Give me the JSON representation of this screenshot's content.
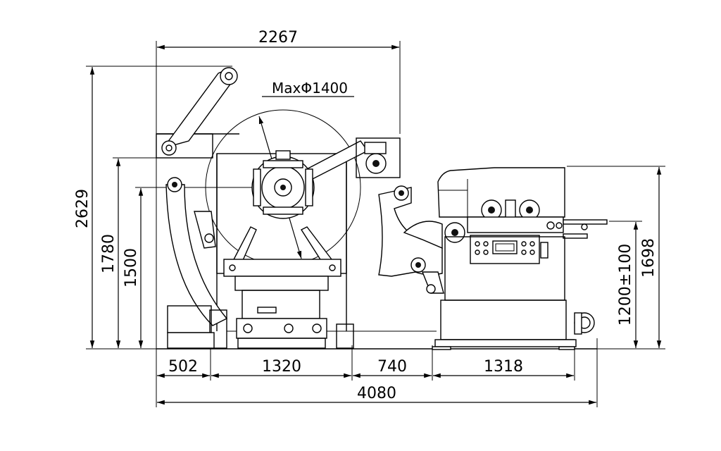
{
  "dimensions": {
    "top_width": "2267",
    "coil_max": "MaxΦ1400",
    "total_height": "2629",
    "height_1780": "1780",
    "height_1500": "1500",
    "height_right": "1698",
    "line_height": "1200±100",
    "seg_1": "502",
    "seg_2": "1320",
    "seg_3": "740",
    "seg_4": "1318",
    "total_length": "4080"
  }
}
